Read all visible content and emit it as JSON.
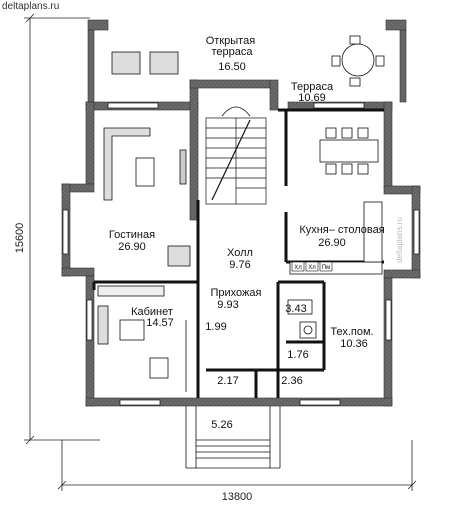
{
  "site": "deltaplans.ru",
  "watermark": "deltaplans.ru",
  "dimensions": {
    "width": "13800",
    "height": "15600"
  },
  "rooms": [
    {
      "id": "open-terrace",
      "name": "Открытая\nтерраса",
      "area": "16.50"
    },
    {
      "id": "terrace",
      "name": "Терраса",
      "area": "10.69"
    },
    {
      "id": "living",
      "name": "Гостиная",
      "area": "26.90"
    },
    {
      "id": "hall",
      "name": "Холл",
      "area": "9.76"
    },
    {
      "id": "kitchen",
      "name": "Кухня– столовая",
      "area": "26.90"
    },
    {
      "id": "entry",
      "name": "Прихожая",
      "area": "9.93"
    },
    {
      "id": "study",
      "name": "Кабинет",
      "area": "14.57"
    },
    {
      "id": "tech",
      "name": "Тех.пом.",
      "area": "10.36"
    },
    {
      "id": "wardrobe",
      "name": "",
      "area": "1.99"
    },
    {
      "id": "bath",
      "name": "",
      "area": "3.43"
    },
    {
      "id": "closet-a",
      "name": "",
      "area": "1.76"
    },
    {
      "id": "closet-b",
      "name": "",
      "area": "2.17"
    },
    {
      "id": "closet-c",
      "name": "",
      "area": "2.36"
    },
    {
      "id": "porch",
      "name": "",
      "area": "5.26"
    }
  ],
  "appliances": [
    "Хл",
    "Хл",
    "Пм"
  ],
  "colors": {
    "wall": "#5b5b5b",
    "line": "#111111",
    "floor": "#ffffff"
  }
}
